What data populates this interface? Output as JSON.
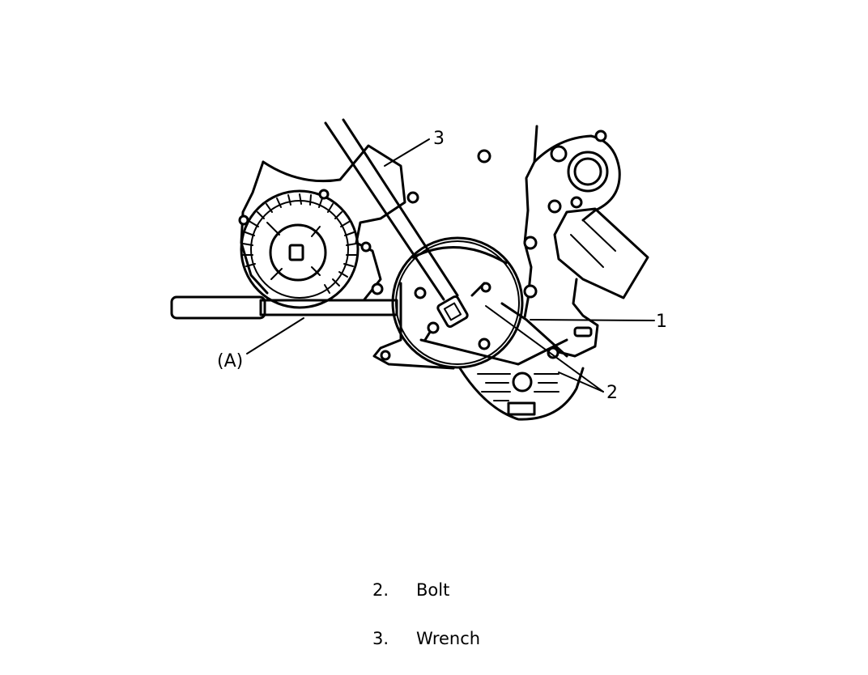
{
  "figure": {
    "callouts": {
      "c1": "1",
      "c2": "2",
      "c3": "3",
      "cA": "(A)"
    },
    "icons": [
      "timing-belt-cover-diagram",
      "wrench-icon",
      "special-tool-icon",
      "bolt-icon"
    ]
  },
  "legend": {
    "items": [
      {
        "num": "2.",
        "label": "Bolt"
      },
      {
        "num": "3.",
        "label": "Wrench"
      }
    ]
  }
}
